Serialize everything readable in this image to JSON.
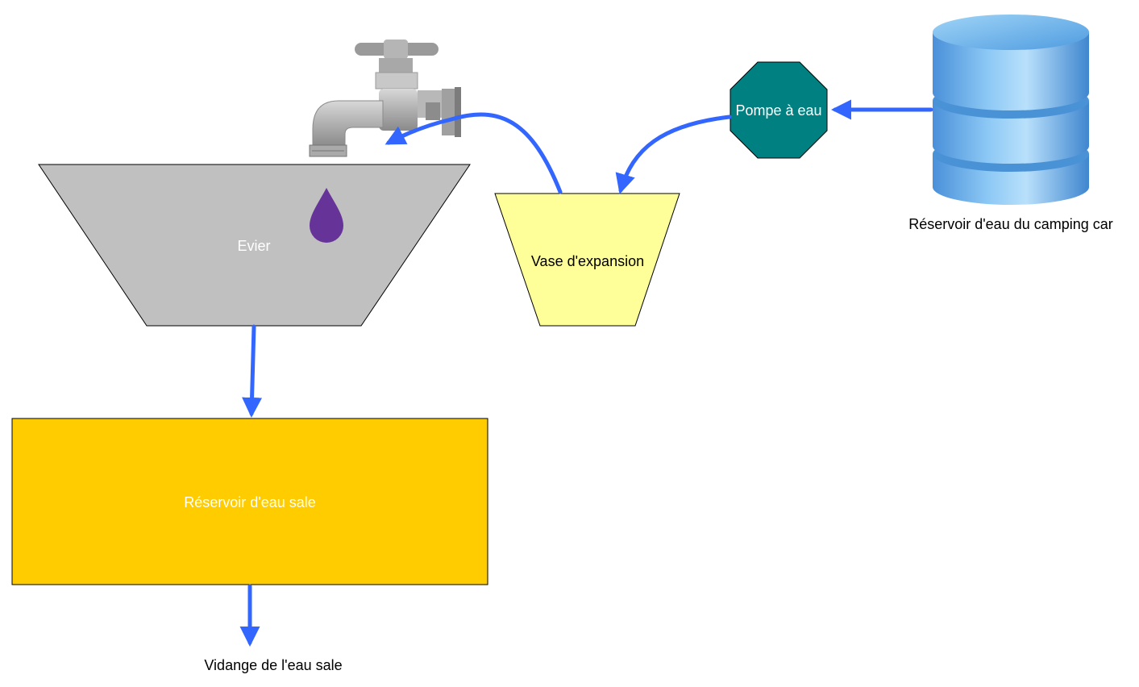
{
  "nodes": {
    "evier": {
      "label": "Evier"
    },
    "vase": {
      "label": "Vase d'expansion"
    },
    "pompe": {
      "label": "Pompe à eau"
    },
    "reservoir_propre": {
      "label": "Réservoir d'eau du camping car"
    },
    "reservoir_sale": {
      "label": "Réservoir d'eau sale"
    },
    "vidange": {
      "label": "Vidange de l'eau sale"
    }
  },
  "colors": {
    "arrow": "#3366ff",
    "sink": "#c0c0c0",
    "vase": "#ffff99",
    "pump": "#008080",
    "dirty_tank": "#ffcc00",
    "drop": "#663399",
    "tank_blue": "#5aa8e8"
  },
  "icons": [
    "faucet-icon",
    "water-drop-icon",
    "database-cylinder-icon"
  ]
}
